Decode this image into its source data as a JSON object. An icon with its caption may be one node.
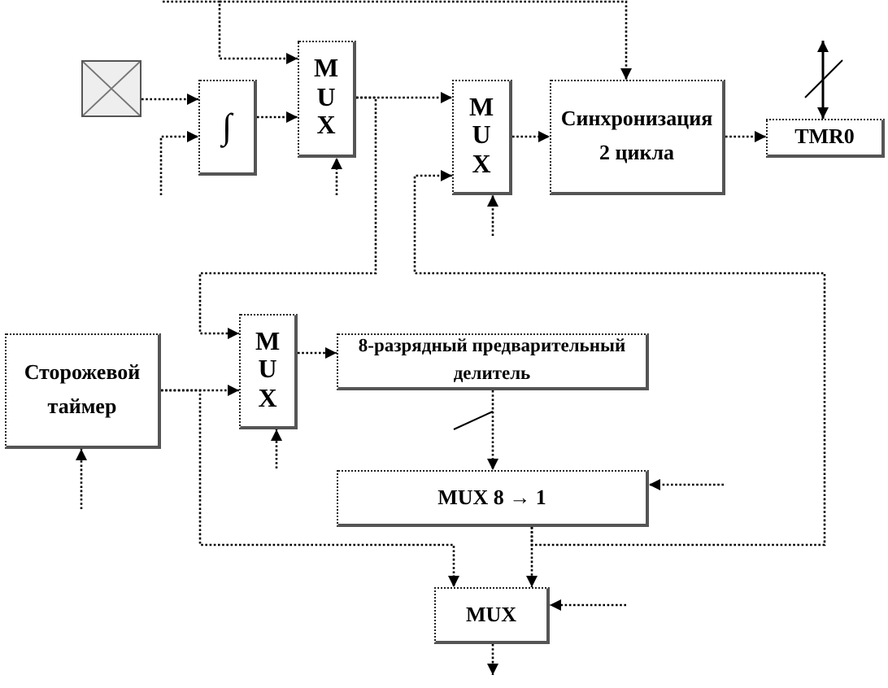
{
  "diagram": {
    "nodes": [
      {
        "text": [],
        "shape": "box"
      },
      {
        "text": [
          "∫"
        ]
      },
      {
        "text": [
          "M U X"
        ]
      },
      {
        "text": [
          "M U X"
        ]
      },
      {
        "text": [
          "Синхронизация 2 цикла"
        ]
      },
      {
        "text": [
          "TMR0"
        ]
      },
      {
        "text": [
          "Сторожевой таймер"
        ]
      },
      {
        "text": [
          "M U X"
        ]
      },
      {
        "text": [
          "8-разрядный предварительный делитель"
        ]
      },
      {
        "text": [
          "MUX 8 → 1"
        ]
      },
      {
        "text": [
          "MUX"
        ]
      }
    ],
    "edges": [
      {
        "from": 0,
        "to": 1,
        "arrow": "to",
        "style": "dashed"
      },
      {
        "from": null,
        "to": 1,
        "arrow": "to",
        "style": "dashed"
      },
      {
        "from": 1,
        "to": 2,
        "arrow": "to",
        "style": "dashed"
      },
      {
        "from": null,
        "to": 2,
        "arrow": "to",
        "style": "dashed"
      },
      {
        "from": null,
        "to": 4,
        "arrow": "to",
        "style": "dashed"
      },
      {
        "from": null,
        "to": 2,
        "arrow": "to",
        "style": "dashed"
      },
      {
        "from": 2,
        "to": 3,
        "arrow": "to",
        "style": "dashed"
      },
      {
        "from": 2,
        "to": 7,
        "arrow": "to",
        "style": "dashed"
      },
      {
        "from": null,
        "to": 3,
        "arrow": "to",
        "style": "dashed"
      },
      {
        "from": 3,
        "to": 4,
        "arrow": "to",
        "style": "dashed"
      },
      {
        "from": 4,
        "to": 5,
        "arrow": "to",
        "style": "dashed"
      },
      {
        "from": null,
        "to": 5,
        "arrow": "both"
      },
      {
        "from": 6,
        "to": 7,
        "arrow": "to",
        "style": "dashed"
      },
      {
        "from": 6,
        "to": 10,
        "arrow": "to",
        "style": "dashed"
      },
      {
        "from": 7,
        "to": 8,
        "arrow": "to",
        "style": "dashed"
      },
      {
        "from": 8,
        "to": 9,
        "arrow": "to",
        "style": "dashed"
      },
      {
        "from": null,
        "to": 9,
        "arrow": "to",
        "style": "dashed"
      },
      {
        "from": 9,
        "to": 10,
        "arrow": "to",
        "style": "dashed"
      },
      {
        "from": 9,
        "to": 3,
        "arrow": "to",
        "style": "dashed"
      },
      {
        "from": null,
        "to": 10,
        "arrow": "to",
        "style": "dashed"
      },
      {
        "from": 10,
        "to": null,
        "arrow": "to",
        "style": "dashed"
      },
      {
        "from": null,
        "to": 7,
        "arrow": "to",
        "style": "dashed"
      },
      {
        "from": null,
        "to": 6,
        "arrow": "to",
        "style": "dashed"
      }
    ]
  }
}
